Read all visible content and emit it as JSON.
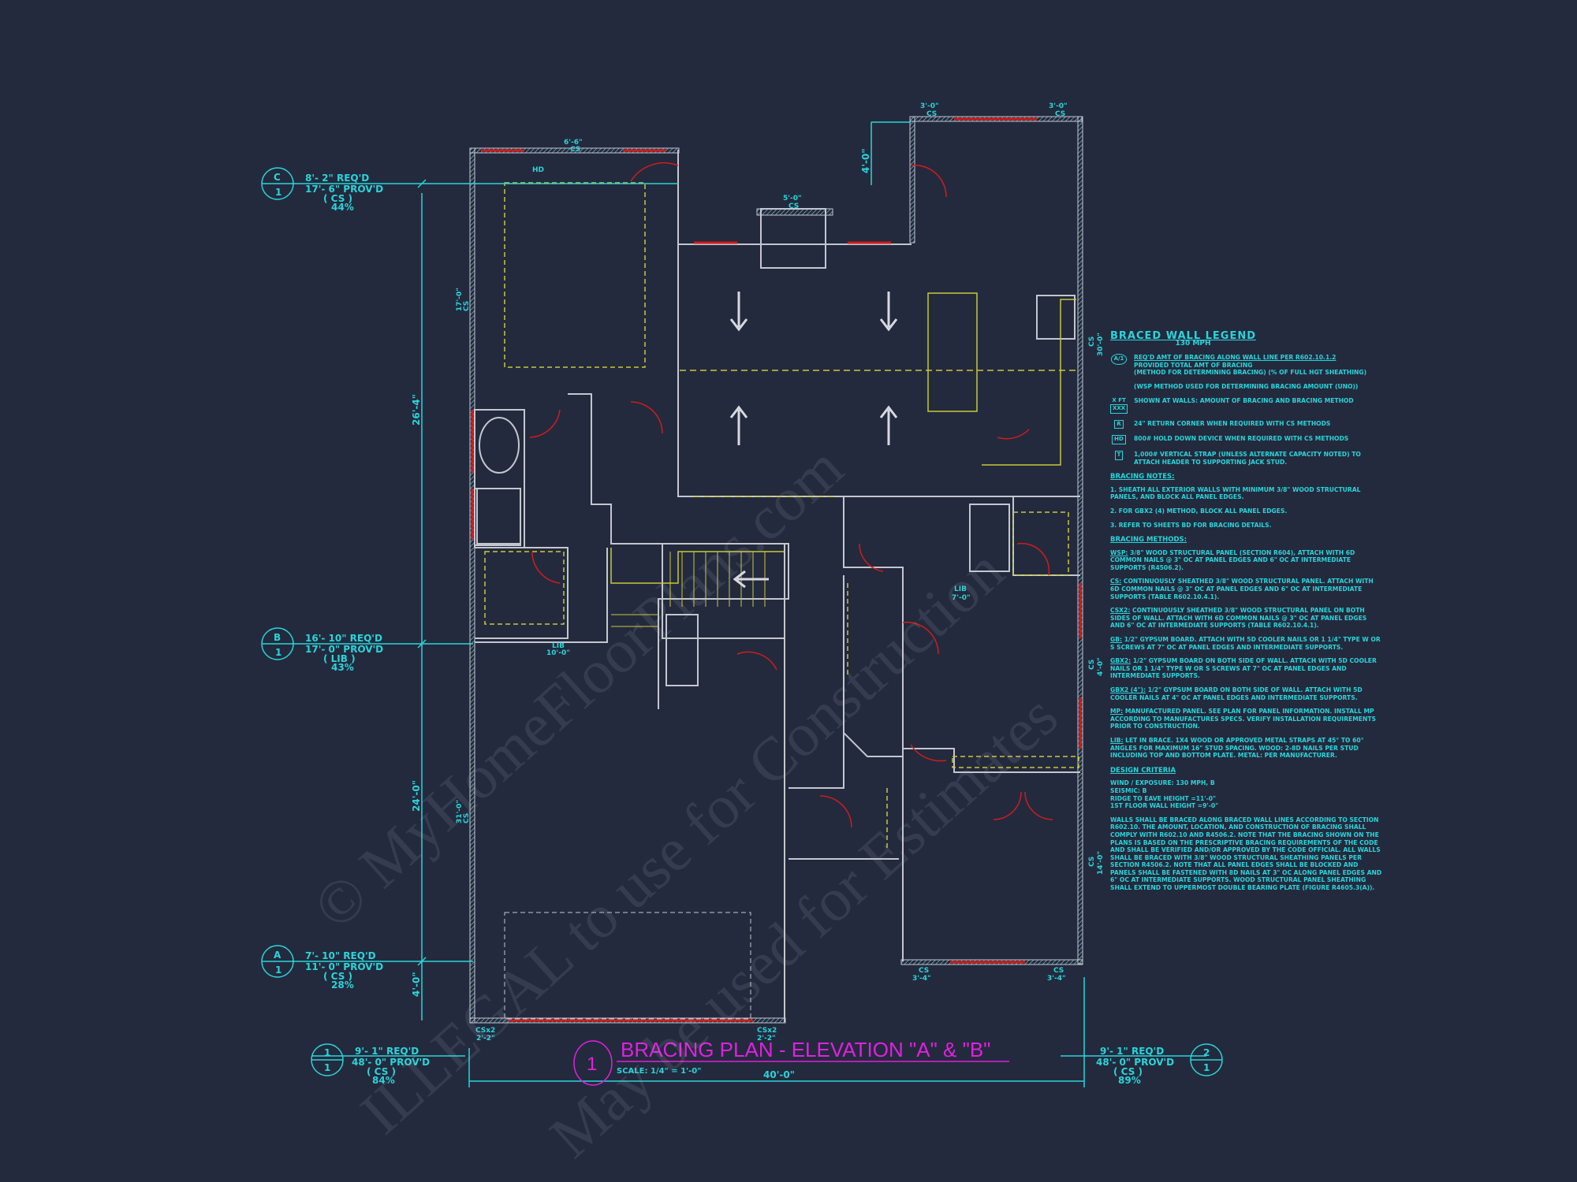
{
  "colors": {
    "background": "#232a3d",
    "annotation": "#2ad4da",
    "wall": "#c4c6cf",
    "bracing": "#d01c1c",
    "dashed": "#c9c83a",
    "title": "#e020e0"
  },
  "title": {
    "number": "1",
    "text": "BRACING PLAN - ELEVATION \"A\" & \"B\"",
    "scale": "SCALE: 1/4\" = 1'-0\""
  },
  "wall_lines": [
    {
      "top": "C",
      "bottom": "1",
      "req": "8'- 2\" REQ'D",
      "prov": "17'- 6\" PROV'D",
      "method": "( CS )",
      "pct": "44%"
    },
    {
      "top": "B",
      "bottom": "1",
      "req": "16'- 10\" REQ'D",
      "prov": "17'- 0\" PROV'D",
      "method": "( LIB )",
      "pct": "43%"
    },
    {
      "top": "A",
      "bottom": "1",
      "req": "7'- 10\" REQ'D",
      "prov": "11'- 0\" PROV'D",
      "method": "( CS )",
      "pct": "28%"
    },
    {
      "top": "1",
      "bottom": "1",
      "req": "9'- 1\" REQ'D",
      "prov": "48'- 0\" PROV'D",
      "method": "( CS )",
      "pct": "84%"
    },
    {
      "top": "2",
      "bottom": "1",
      "req": "9'- 1\" REQ'D",
      "prov": "48'- 0\" PROV'D",
      "method": "( CS )",
      "pct": "89%"
    }
  ],
  "dimensions": {
    "left_top": "26'-4\"",
    "left_mid": "24'-0\"",
    "left_bottom": "4'-0\"",
    "bottom_overall": "40'-0\"",
    "top_notch": "4'-0\""
  },
  "wall_tags": [
    {
      "method": "CS",
      "length": "6'-6\""
    },
    {
      "method": "CS",
      "length": "5'-0\""
    },
    {
      "method": "CS",
      "length": "3'-0\""
    },
    {
      "method": "CS",
      "length": "3'-0\""
    },
    {
      "method": "CS",
      "length": "17'-0\""
    },
    {
      "method": "CS",
      "length": "31'-0\""
    },
    {
      "method": "CS",
      "length": "30'-0\""
    },
    {
      "method": "CS",
      "length": "4'-0\""
    },
    {
      "method": "CS",
      "length": "14'-0\""
    },
    {
      "method": "LIB",
      "length": "10'-0\""
    },
    {
      "method": "LIB",
      "length": "7'-0\""
    },
    {
      "method": "CS",
      "length": "3'-4\""
    },
    {
      "method": "CS",
      "length": "3'-4\""
    },
    {
      "method": "CSx2",
      "length": "2'-2\""
    },
    {
      "method": "CSx2",
      "length": "2'-2\""
    }
  ],
  "hold_down_tag": "HD",
  "legend": {
    "title": "BRACED WALL LEGEND",
    "subtitle": "130 MPH",
    "symbol_a": "A",
    "symbol_1": "1",
    "item1_lines": [
      "REQ'D AMT OF BRACING ALONG WALL LINE PER R602.10.1.2",
      "PROVIDED TOTAL AMT OF BRACING",
      "(METHOD FOR DETERMINING BRACING) (% OF FULL HGT SHEATHING)"
    ],
    "item1_note": "(WSP METHOD USED FOR DETERMINING BRACING AMOUNT (UNO))",
    "xft_sym": "X FT",
    "xxx_sym": "XXX",
    "xft_text": "SHOWN AT WALLS: AMOUNT OF BRACING AND BRACING METHOD",
    "r_sym": "R",
    "r_text": "24\" RETURN CORNER WHEN REQUIRED WITH CS METHODS",
    "hd_sym": "HD",
    "hd_text": "800# HOLD DOWN DEVICE WHEN REQUIRED WITH CS METHODS",
    "t_sym": "T",
    "t_text": "1,000# VERTICAL STRAP (UNLESS ALTERNATE CAPACITY NOTED) TO ATTACH HEADER TO SUPPORTING JACK STUD."
  },
  "bracing_notes": {
    "heading": "BRACING NOTES:",
    "items": [
      "1. SHEATH ALL EXTERIOR WALLS WITH MINIMUM 3/8\" WOOD STRUCTURAL PANELS, AND BLOCK ALL PANEL EDGES.",
      "2. FOR GBx2 (4) METHOD, BLOCK ALL PANEL EDGES.",
      "3. REFER TO SHEETS BD FOR BRACING DETAILS."
    ]
  },
  "bracing_methods": {
    "heading": "BRACING METHODS:",
    "items": [
      {
        "code": "WSP:",
        "text": "3/8\" WOOD STRUCTURAL PANEL (SECTION R604), ATTACH WITH 6d COMMON NAILS @ 3\" OC AT PANEL EDGES AND 6\" OC AT INTERMEDIATE SUPPORTS (R4506.2)."
      },
      {
        "code": "CS:",
        "text": "CONTINUOUSLY SHEATHED 3/8\" WOOD STRUCTURAL PANEL. ATTACH WITH 6d COMMON NAILS @ 3\" OC AT PANEL EDGES AND 6\" OC AT INTERMEDIATE SUPPORTS (TABLE R602.10.4.1)."
      },
      {
        "code": "CSx2:",
        "text": "CONTINUOUSLY SHEATHED 3/8\" WOOD STRUCTURAL PANEL ON BOTH SIDES OF WALL. ATTACH WITH 6d COMMON NAILS @ 3\" OC AT PANEL EDGES AND 6\" OC AT INTERMEDIATE SUPPORTS (TABLE R602.10.4.1)."
      },
      {
        "code": "GB:",
        "text": "1/2\" GYPSUM BOARD. ATTACH WITH 5d COOLER NAILS OR 1 1/4\" TYPE W OR S SCREWS AT 7\" OC AT PANEL EDGES AND INTERMEDIATE SUPPORTS."
      },
      {
        "code": "GBx2:",
        "text": "1/2\" GYPSUM BOARD ON BOTH SIDE OF WALL. ATTACH WITH 5d COOLER NAILS OR 1 1/4\" TYPE W OR S SCREWS AT 7\" OC AT PANEL EDGES AND INTERMEDIATE SUPPORTS."
      },
      {
        "code": "GBx2 (4\"):",
        "text": "1/2\" GYPSUM BOARD ON BOTH SIDE OF WALL. ATTACH WITH 5d COOLER NAILS AT 4\" OC AT PANEL EDGES AND INTERMEDIATE SUPPORTS."
      },
      {
        "code": "MP:",
        "text": "MANUFACTURED PANEL. SEE PLAN FOR PANEL INFORMATION. INSTALL MP ACCORDING TO MANUFACTURES SPECS. VERIFY INSTALLATION REQUIREMENTS PRIOR TO CONSTRUCTION."
      },
      {
        "code": "LIB:",
        "text": "LET IN BRACE. 1x4 WOOD OR APPROVED METAL STRAPS AT 45° TO 60° ANGLES FOR MAXIMUM 16\" STUD SPACING. WOOD: 2-8d NAILS PER STUD INCLUDING TOP AND BOTTOM PLATE. METAL: PER MANUFACTURER."
      }
    ]
  },
  "design_criteria": {
    "heading": "DESIGN CRITERIA",
    "lines": [
      "WIND / EXPOSURE:  130 MPH, B",
      "SEISMIC:  B",
      "RIDGE TO EAVE HEIGHT =11'-0\"",
      "1ST FLOOR WALL HEIGHT =9'-0\""
    ],
    "paragraph": "WALLS SHALL BE BRACED ALONG BRACED WALL LINES ACCORDING TO SECTION R602.10. THE AMOUNT, LOCATION, AND CONSTRUCTION OF BRACING SHALL COMPLY WITH R602.10 AND R4506.2. NOTE THAT THE BRACING SHOWN ON THE PLANS IS BASED ON THE PRESCRIPTIVE BRACING REQUIREMENTS OF THE CODE AND SHALL BE VERIFIED AND/OR APPROVED BY THE CODE OFFICIAL. ALL WALLS SHALL BE BRACED WITH 3/8\" WOOD STRUCTURAL SHEATHING PANELS PER SECTION R4506.2. NOTE THAT ALL PANEL EDGES SHALL BE BLOCKED AND PANELS SHALL BE FASTENED WITH 8d NAILS AT 3\" OC ALONG PANEL EDGES AND 6\" OC AT INTERMEDIATE SUPPORTS. WOOD STRUCTURAL PANEL SHEATHING SHALL EXTEND TO UPPERMOST DOUBLE BEARING PLATE (FIGURE R4605.3(A))."
  },
  "watermark": [
    "© MyHomeFloorPlans.com",
    "ILLEGAL to use for Construction",
    "May be used for Estimates"
  ]
}
